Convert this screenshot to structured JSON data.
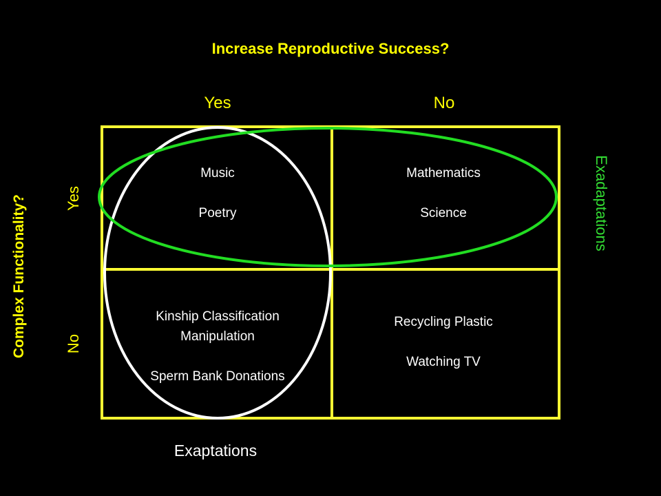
{
  "title": "Increase Reproductive Success?",
  "columns": [
    {
      "label": "Yes"
    },
    {
      "label": "No"
    }
  ],
  "rows": [
    {
      "label": "Yes"
    },
    {
      "label": "No"
    }
  ],
  "axis_left": "Complex Functionality?",
  "axis_right": "Exadaptations",
  "axis_bottom": "Exaptations",
  "cells": {
    "top_left": [
      "Music",
      "Poetry"
    ],
    "top_right": [
      "Mathematics",
      "Science"
    ],
    "bottom_left": [
      "Kinship Classification",
      "Manipulation",
      "Sperm Bank Donations"
    ],
    "bottom_right": [
      "Recycling Plastic",
      "Watching TV"
    ]
  },
  "colors": {
    "background": "#000000",
    "grid": "#ffff33",
    "labels": "#ffff00",
    "exaptation_ellipse": "#ffffff",
    "exadaptation_ellipse": "#22dd22"
  }
}
